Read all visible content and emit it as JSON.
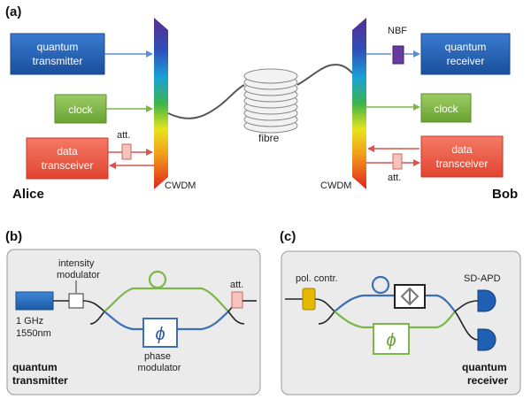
{
  "panel_a": {
    "label": "(a)",
    "alice": {
      "name": "Alice",
      "quantum_transmitter": [
        "quantum",
        "transmitter"
      ],
      "clock": "clock",
      "data_transceiver": [
        "data",
        "transceiver"
      ],
      "att": "att.",
      "cwdm": "CWDM"
    },
    "fibre": "fibre",
    "bob": {
      "name": "Bob",
      "nbf": "NBF",
      "quantum_receiver": [
        "quantum",
        "receiver"
      ],
      "clock": "clock",
      "data_transceiver": [
        "data",
        "transceiver"
      ],
      "att": "att.",
      "cwdm": "CWDM"
    }
  },
  "panel_b": {
    "label": "(b)",
    "intensity_modulator": [
      "intensity",
      "modulator"
    ],
    "laser_spec": [
      "1 GHz",
      "1550nm"
    ],
    "phase_symbol": "ϕ",
    "phase_modulator": [
      "phase",
      "modulator"
    ],
    "att": "att.",
    "title": [
      "quantum",
      "transmitter"
    ]
  },
  "panel_c": {
    "label": "(c)",
    "pol_contr": "pol. contr.",
    "phase_symbol": "ϕ",
    "sd_apd": "SD-APD",
    "title": [
      "quantum",
      "receiver"
    ]
  },
  "colors": {
    "quantum_blue": "#1f5fb4",
    "clock_green": "#7cb342",
    "data_red": "#ef5a47",
    "blue_line": "#4a86c8",
    "green_line": "#7ab648",
    "red_line": "#d9534f",
    "nbf_purple": "#6a3aa0",
    "pol_yellow": "#e6b800",
    "panel_bg": "#ebebeb"
  }
}
